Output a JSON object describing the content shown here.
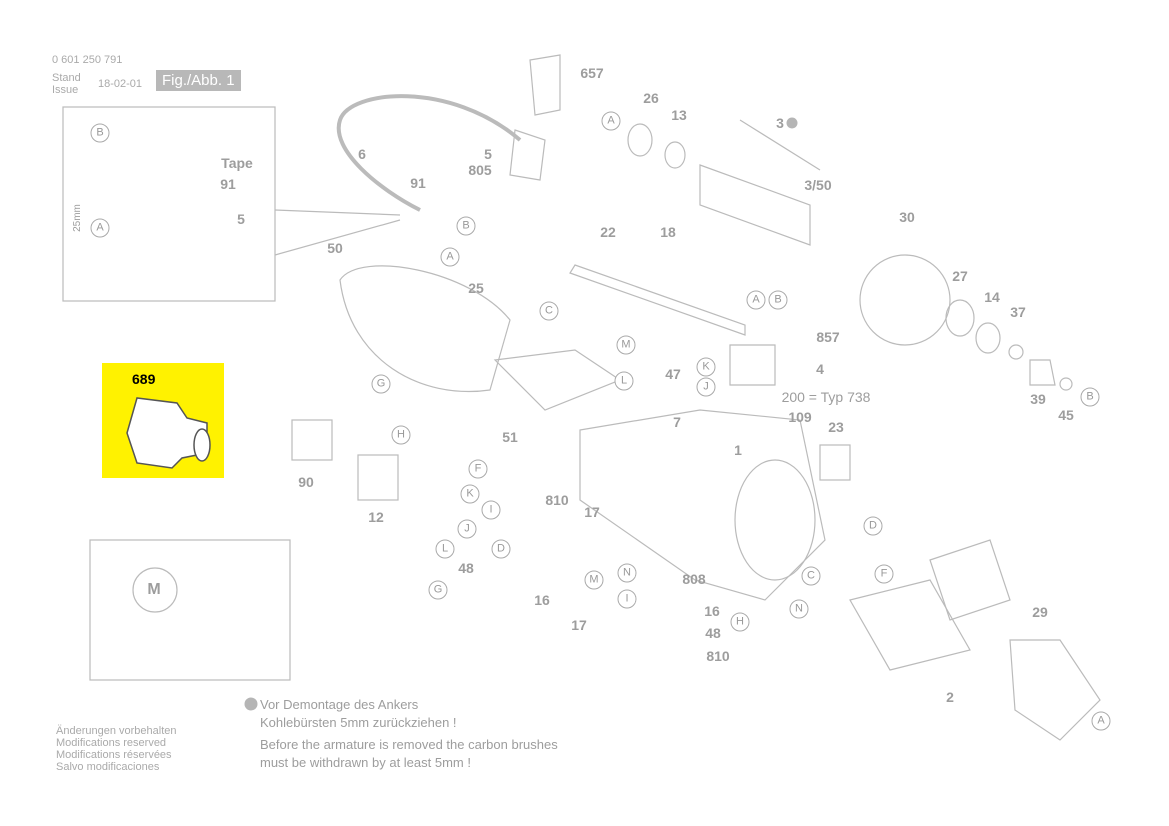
{
  "header": {
    "part_number": "0 601 250 791",
    "stand": "Stand",
    "issue": "Issue",
    "date": "18-02-01",
    "figure": "Fig./Abb. 1"
  },
  "highlight": {
    "part": "689",
    "color": "#fff200"
  },
  "inset": {
    "tape": "Tape",
    "part91": "91",
    "part5": "5",
    "dim": "25mm",
    "b": "B",
    "a": "A"
  },
  "parts": [
    "657",
    "26",
    "13",
    "3",
    "3/50",
    "6",
    "5",
    "805",
    "91",
    "30",
    "22",
    "18",
    "50",
    "25",
    "27",
    "14",
    "37",
    "857",
    "4",
    "47",
    "200 = Typ 738",
    "109",
    "7",
    "39",
    "45",
    "23",
    "51",
    "90",
    "12",
    "810",
    "17",
    "48",
    "16",
    "808",
    "16",
    "48",
    "17",
    "810",
    "29",
    "2",
    "1"
  ],
  "letters": [
    "A",
    "B",
    "B",
    "A",
    "C",
    "M",
    "L",
    "G",
    "H",
    "A",
    "B",
    "K",
    "J",
    "F",
    "K",
    "I",
    "J",
    "L",
    "D",
    "G",
    "M",
    "N",
    "I",
    "H",
    "D",
    "F",
    "C",
    "N",
    "A"
  ],
  "motor_symbol": "M",
  "notes": {
    "de_line1": "Vor Demontage des Ankers",
    "de_line2": "Kohlebürsten 5mm zurückziehen !",
    "en_line1": "Before the armature is removed the carbon brushes",
    "en_line2": "must be withdrawn by at least 5mm !"
  },
  "modifications": [
    "Änderungen vorbehalten",
    "Modifications reserved",
    "Modifications réservées",
    "Salvo modificaciones"
  ]
}
